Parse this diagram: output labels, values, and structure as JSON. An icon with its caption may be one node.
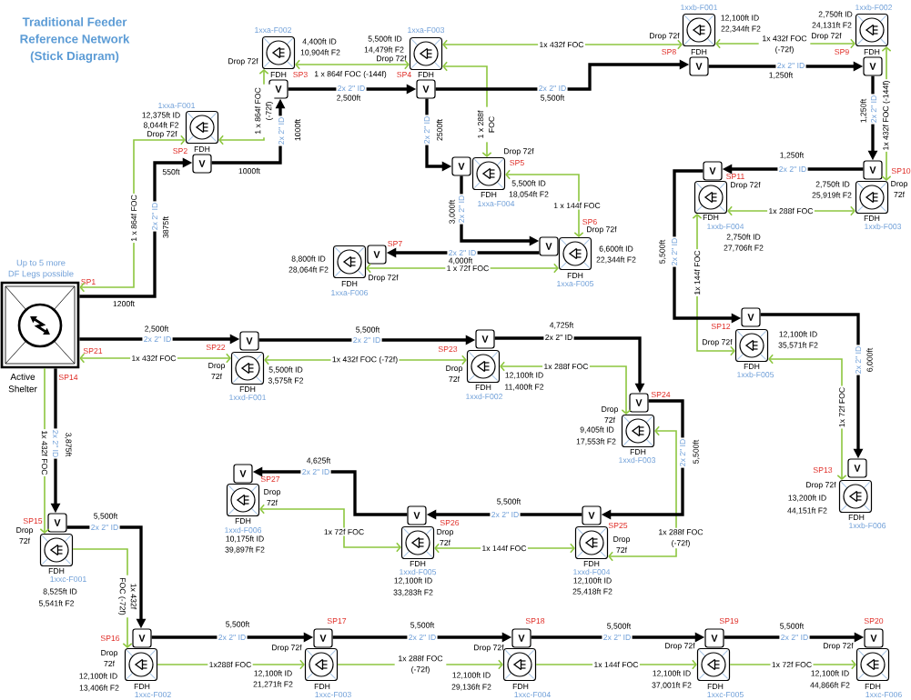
{
  "diagram": {
    "title": "Traditional Feeder Reference Network (Stick Diagram)",
    "nodes": [
      {
        "text": [
          "Active Shelter"
        ],
        "beside": [
          "Up to 5 more DF Legs possible",
          "SP1",
          "SP21",
          "SP14"
        ]
      },
      {
        "text": [
          "FDH"
        ],
        "beside": [
          "1xxa-F001",
          "12,375ft ID",
          "8,044ft F2",
          "Drop 72f",
          "SP2"
        ]
      },
      {
        "text": [
          "V"
        ]
      },
      {
        "text": [
          "FDH"
        ],
        "beside": [
          "1xxa-F002",
          "4,400ft ID",
          "10,904ft F2",
          "Drop 72f",
          "SP3"
        ]
      },
      {
        "text": [
          "V"
        ]
      },
      {
        "text": [
          "FDH"
        ],
        "beside": [
          "1xxa-F003",
          "5,500ft ID",
          "14,479ft F2",
          "Drop 72f",
          "SP4"
        ]
      },
      {
        "text": [
          "V"
        ]
      },
      {
        "text": [
          "FDH"
        ],
        "beside": [
          "1xxa-F004",
          "5,500ft ID",
          "18,054ft F2",
          "Drop 72f",
          "SP5"
        ]
      },
      {
        "text": [
          "V"
        ]
      },
      {
        "text": [
          "FDH"
        ],
        "beside": [
          "1xxa-F005",
          "6,600ft ID",
          "22,344ft F2",
          "Drop 72f",
          "SP6"
        ]
      },
      {
        "text": [
          "V"
        ]
      },
      {
        "text": [
          "FDH"
        ],
        "beside": [
          "1xxa-F006",
          "8,800ft ID",
          "28,064ft F2",
          "Drop 72f"
        ]
      },
      {
        "text": [
          "V"
        ],
        "beside": [
          "SP7"
        ]
      },
      {
        "text": [
          "FDH"
        ],
        "beside": [
          "1xxb-F001",
          "12,100ft ID",
          "22,344ft F2",
          "Drop 72f",
          "SP8"
        ]
      },
      {
        "text": [
          "V"
        ]
      },
      {
        "text": [
          "FDH"
        ],
        "beside": [
          "1xxb-F002",
          "2,750ft ID",
          "24,131ft F2",
          "Drop 72f",
          "SP9"
        ]
      },
      {
        "text": [
          "V"
        ]
      },
      {
        "text": [
          "FDH"
        ],
        "beside": [
          "1xxb-F003",
          "2,750ft ID",
          "25,919ft F2",
          "Drop 72f",
          "SP10"
        ]
      },
      {
        "text": [
          "V"
        ]
      },
      {
        "text": [
          "FDH"
        ],
        "beside": [
          "1xxb-F004",
          "2,750ft ID",
          "27,706ft F2",
          "Drop 72f",
          "SP11"
        ]
      },
      {
        "text": [
          "V"
        ]
      },
      {
        "text": [
          "FDH"
        ],
        "beside": [
          "1xxb-F005",
          "12,100ft ID",
          "35,571ft F2",
          "Drop 72f",
          "SP12"
        ]
      },
      {
        "text": [
          "V"
        ]
      },
      {
        "text": [
          "FDH"
        ],
        "beside": [
          "1xxb-F006",
          "13,200ft ID",
          "44,151ft F2",
          "Drop 72f",
          "SP13"
        ]
      },
      {
        "text": [
          "V"
        ]
      },
      {
        "text": [
          "FDH"
        ],
        "beside": [
          "1xxd-F001",
          "5,500ft ID",
          "3,575ft F2",
          "Drop 72f",
          "SP22"
        ]
      },
      {
        "text": [
          "V"
        ]
      },
      {
        "text": [
          "FDH"
        ],
        "beside": [
          "1xxd-F002",
          "12,100ft ID",
          "11,400ft F2",
          "Drop 72f",
          "SP23"
        ]
      },
      {
        "text": [
          "V"
        ]
      },
      {
        "text": [
          "FDH"
        ],
        "beside": [
          "1xxd-F003",
          "9,405ft ID",
          "17,553ft F2",
          "Drop 72f"
        ]
      },
      {
        "text": [
          "V"
        ],
        "beside": [
          "SP24"
        ]
      },
      {
        "text": [
          "FDH"
        ],
        "beside": [
          "1xxd-F004",
          "12,100ft ID",
          "25,418ft F2",
          "Drop 72f",
          "SP25"
        ]
      },
      {
        "text": [
          "V"
        ]
      },
      {
        "text": [
          "FDH"
        ],
        "beside": [
          "1xxd-F005",
          "12,100ft ID",
          "33,283ft F2",
          "Drop 72f",
          "SP26"
        ]
      },
      {
        "text": [
          "V"
        ]
      },
      {
        "text": [
          "FDH"
        ],
        "beside": [
          "1xxd-F006",
          "10,175ft ID",
          "39,897ft F2",
          "Drop 72f",
          "SP27"
        ]
      },
      {
        "text": [
          "V"
        ]
      },
      {
        "text": [
          "FDH"
        ],
        "beside": [
          "1xxc-F001",
          "8,525ft ID",
          "5,541ft F2",
          "Drop 72f",
          "SP15"
        ]
      },
      {
        "text": [
          "V"
        ]
      },
      {
        "text": [
          "FDH"
        ],
        "beside": [
          "1xxc-F002",
          "12,100ft ID",
          "13,406ft F2",
          "Drop 72f",
          "SP16"
        ]
      },
      {
        "text": [
          "V"
        ]
      },
      {
        "text": [
          "FDH"
        ],
        "beside": [
          "1xxc-F003",
          "12,100ft ID",
          "21,271ft F2",
          "Drop 72f"
        ]
      },
      {
        "text": [
          "V"
        ],
        "beside": [
          "SP17"
        ]
      },
      {
        "text": [
          "FDH"
        ],
        "beside": [
          "1xxc-F004",
          "12,100ft ID",
          "29,136ft F2",
          "Drop 72f"
        ]
      },
      {
        "text": [
          "V"
        ],
        "beside": [
          "SP18"
        ]
      },
      {
        "text": [
          "FDH"
        ],
        "beside": [
          "1xxc-F005",
          "12,100ft ID",
          "37,001ft F2",
          "Drop 72f"
        ]
      },
      {
        "text": [
          "V"
        ],
        "beside": [
          "SP19"
        ]
      },
      {
        "text": [
          "FDH"
        ],
        "beside": [
          "1xxc-F006",
          "12,100ft ID",
          "44,866ft F2",
          "Drop 72f"
        ]
      },
      {
        "text": [
          "V"
        ],
        "beside": [
          "SP20"
        ]
      }
    ],
    "edges": [
      {
        "from": 0,
        "to": 1,
        "arrow": "both",
        "label": "1 x 864f FOC",
        "color": "#8dc63f"
      },
      {
        "from": 1,
        "to": 3,
        "arrow": "both",
        "label": "1 x 864f FOC (-72f)",
        "color": "#8dc63f"
      },
      {
        "from": 3,
        "to": 5,
        "arrow": "both",
        "label": "1 x 864f FOC (-144f)",
        "color": "#8dc63f"
      },
      {
        "from": 5,
        "to": 13,
        "arrow": "both",
        "label": "1x 432f FOC",
        "color": "#8dc63f"
      },
      {
        "from": 5,
        "to": 7,
        "arrow": "both",
        "label": "1 x 288f FOC",
        "color": "#8dc63f"
      },
      {
        "from": 7,
        "to": 9,
        "arrow": "both",
        "label": "1 x 144f FOC",
        "color": "#8dc63f"
      },
      {
        "from": 9,
        "to": 11,
        "arrow": "both",
        "label": "1 x 72f FOC",
        "color": "#8dc63f"
      },
      {
        "from": 13,
        "to": 15,
        "arrow": "both",
        "label": "1x 432f FOC (-72f)",
        "color": "#8dc63f"
      },
      {
        "from": 15,
        "to": 17,
        "arrow": "both",
        "label": "1x 432f FOC (-144f)",
        "color": "#8dc63f"
      },
      {
        "from": 17,
        "to": 19,
        "arrow": "both",
        "label": "1x 288f FOC",
        "color": "#8dc63f"
      },
      {
        "from": 19,
        "to": 21,
        "arrow": "both",
        "label": "1x 144f FOC",
        "color": "#8dc63f"
      },
      {
        "from": 21,
        "to": 23,
        "arrow": "both",
        "label": "1x 72f FOC",
        "color": "#8dc63f"
      },
      {
        "from": 0,
        "to": 25,
        "arrow": "both",
        "label": "1x 432f FOC",
        "color": "#8dc63f"
      },
      {
        "from": 25,
        "to": 27,
        "arrow": "both",
        "label": "1x 432f FOC (-72f)",
        "color": "#8dc63f"
      },
      {
        "from": 27,
        "to": 29,
        "arrow": "both",
        "label": "1x 288f FOC",
        "color": "#8dc63f"
      },
      {
        "from": 29,
        "to": 31,
        "arrow": "both",
        "label": "1x 288f FOC (-72f)",
        "color": "#8dc63f"
      },
      {
        "from": 31,
        "to": 33,
        "arrow": "both",
        "label": "1x 144f FOC",
        "color": "#8dc63f"
      },
      {
        "from": 33,
        "to": 35,
        "arrow": "both",
        "label": "1x 72f FOC",
        "color": "#8dc63f"
      },
      {
        "from": 0,
        "to": 37,
        "arrow": "to",
        "label": "1x 432f FOC",
        "color": "#8dc63f"
      },
      {
        "from": 37,
        "to": 39,
        "arrow": "to",
        "label": "1x 432f FOC (-72f)",
        "color": "#8dc63f"
      },
      {
        "from": 39,
        "to": 41,
        "arrow": "to",
        "label": "1x288f FOC",
        "color": "#8dc63f"
      },
      {
        "from": 41,
        "to": 43,
        "arrow": "to",
        "label": "1x 288f FOC (-72f)",
        "color": "#8dc63f"
      },
      {
        "from": 43,
        "to": 45,
        "arrow": "to",
        "label": "1x 144f FOC",
        "color": "#8dc63f"
      },
      {
        "from": 45,
        "to": 47,
        "arrow": "to",
        "label": "1x 72f FOC",
        "color": "#8dc63f"
      },
      {
        "from": 0,
        "to": 2,
        "arrow": "to",
        "label": "2x 2\" ID",
        "style": "thick",
        "color": "#000000"
      },
      {
        "from": 2,
        "to": 4,
        "arrow": "to",
        "label": "2x 2\" ID",
        "style": "thick",
        "color": "#000000"
      },
      {
        "from": 4,
        "to": 6,
        "arrow": "to",
        "label": "2x 2\" ID",
        "style": "thick",
        "color": "#000000"
      },
      {
        "from": 6,
        "to": 14,
        "arrow": "to",
        "label": "2x 2\" ID",
        "style": "thick",
        "color": "#000000"
      },
      {
        "from": 6,
        "to": 8,
        "arrow": "to",
        "label": "2x 2\" ID",
        "style": "thick",
        "color": "#000000"
      },
      {
        "from": 8,
        "to": 10,
        "arrow": "to",
        "label": "2x 2\" ID",
        "style": "thick",
        "color": "#000000"
      },
      {
        "from": 10,
        "to": 12,
        "arrow": "to",
        "label": "2x 2\" ID",
        "style": "thick",
        "color": "#000000"
      },
      {
        "from": 14,
        "to": 16,
        "arrow": "to",
        "label": "2x 2\" ID",
        "style": "thick",
        "color": "#000000"
      },
      {
        "from": 16,
        "to": 18,
        "arrow": "to",
        "label": "2x 2\" ID",
        "style": "thick",
        "color": "#000000"
      },
      {
        "from": 18,
        "to": 20,
        "arrow": "to",
        "label": "2x 2\" ID",
        "style": "thick",
        "color": "#000000"
      },
      {
        "from": 20,
        "to": 22,
        "arrow": "to",
        "label": "2x 2\" ID",
        "style": "thick",
        "color": "#000000"
      },
      {
        "from": 22,
        "to": 24,
        "arrow": "to",
        "label": "2x 2\" ID",
        "style": "thick",
        "color": "#000000"
      },
      {
        "from": 0,
        "to": 26,
        "arrow": "to",
        "label": "2x 2\" ID",
        "style": "thick",
        "color": "#000000"
      },
      {
        "from": 26,
        "to": 28,
        "arrow": "to",
        "label": "2x 2\" ID",
        "style": "thick",
        "color": "#000000"
      },
      {
        "from": 28,
        "to": 30,
        "arrow": "to",
        "label": "2x 2\" ID",
        "style": "thick",
        "color": "#000000"
      },
      {
        "from": 30,
        "to": 32,
        "arrow": "to",
        "label": "2x 2\" ID",
        "style": "thick",
        "color": "#000000"
      },
      {
        "from": 32,
        "to": 34,
        "arrow": "to",
        "label": "2x 2\" ID",
        "style": "thick",
        "color": "#000000"
      },
      {
        "from": 34,
        "to": 36,
        "arrow": "to",
        "label": "2x 2\" ID",
        "style": "thick",
        "color": "#000000"
      },
      {
        "from": 0,
        "to": 38,
        "arrow": "to",
        "label": "2x 2\" ID",
        "style": "thick",
        "color": "#000000"
      },
      {
        "from": 38,
        "to": 40,
        "arrow": "to",
        "label": "2x 2\" ID",
        "style": "thick",
        "color": "#000000"
      },
      {
        "from": 40,
        "to": 42,
        "arrow": "to",
        "label": "2x 2\" ID",
        "style": "thick",
        "color": "#000000"
      },
      {
        "from": 42,
        "to": 44,
        "arrow": "to",
        "label": "2x 2\" ID",
        "style": "thick",
        "color": "#000000"
      },
      {
        "from": 44,
        "to": 46,
        "arrow": "to",
        "label": "2x 2\" ID",
        "style": "thick",
        "color": "#000000"
      },
      {
        "from": 46,
        "to": 48,
        "arrow": "to",
        "label": "2x 2\" ID",
        "style": "thick",
        "color": "#000000"
      }
    ],
    "labels": [
      "1200ft",
      "3875ft",
      "550ft",
      "1000ft",
      "1000ft",
      "2,500ft",
      "5,500ft",
      "2500ft",
      "3,000ft",
      "4,000ft",
      "1,250ft",
      "1,250ft",
      "1,250ft",
      "5,500ft",
      "6,000ft",
      "2,500ft",
      "5,500ft",
      "4,725ft",
      "5,500ft",
      "5,500ft",
      "4,625ft",
      "3,875ft",
      "5,500ft",
      "5,500ft",
      "5,500ft",
      "5,500ft",
      "5,500ft"
    ]
  }
}
